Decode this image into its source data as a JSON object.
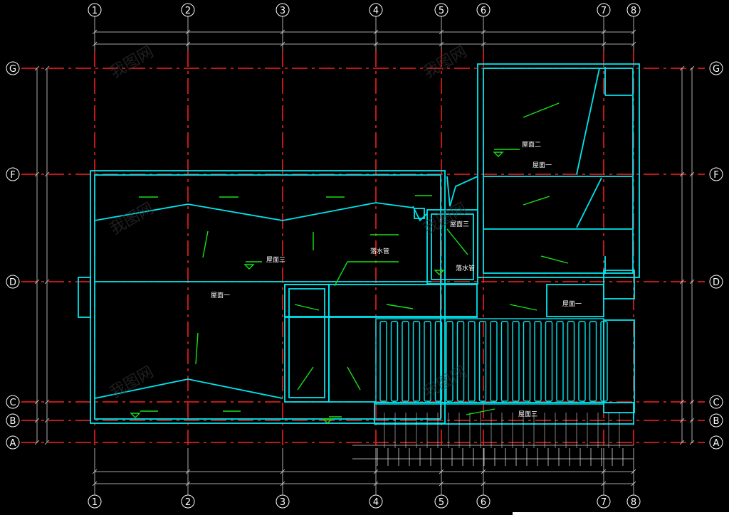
{
  "drawing": {
    "background": "#000000",
    "colors": {
      "wall": "#00e5ee",
      "grid_line": "#ff2020",
      "dimension": "#d8d8d8",
      "slope_arrow": "#18e018",
      "text": "#ffffff"
    }
  },
  "grid_columns": [
    "1",
    "2",
    "3",
    "4",
    "5",
    "6",
    "7",
    "8"
  ],
  "grid_rows": [
    "G",
    "F",
    "D",
    "C",
    "B",
    "A"
  ],
  "room_labels": {
    "room_1": "屋面二",
    "room_2": "屋面一",
    "room_3": "屋面三",
    "room_4": "屋面一",
    "room_5": "屋面三",
    "room_6": "屋面一",
    "room_7": "屋面三"
  },
  "annotations": {
    "drain_note_1": "落水管",
    "drain_note_2": "落水管"
  },
  "watermark": {
    "logo_text": "我图网"
  }
}
